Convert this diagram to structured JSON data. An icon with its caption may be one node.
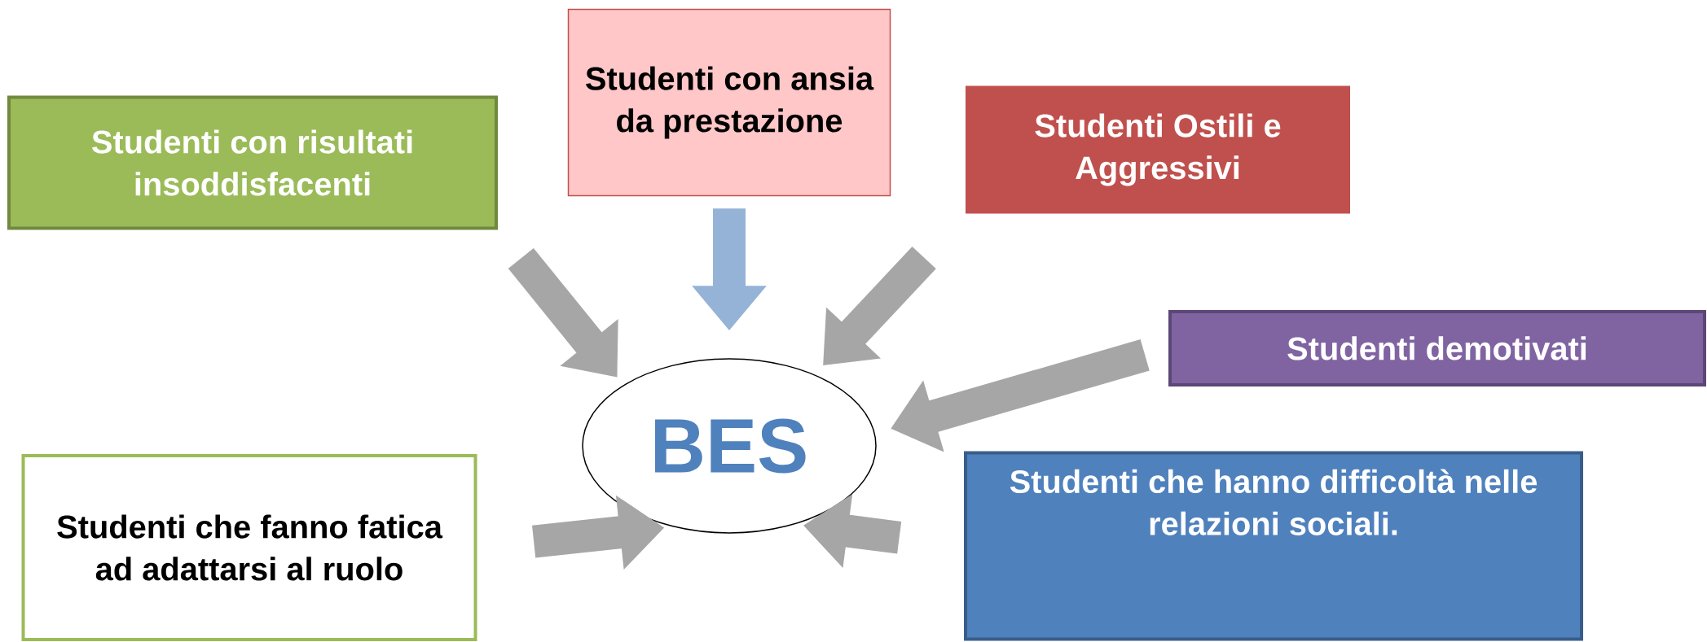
{
  "diagram": {
    "nodes": [
      {
        "text": [
          "Studenti con risultati insoddisfacenti"
        ]
      },
      {
        "text": [
          "Studenti con ansia da prestazione"
        ]
      },
      {
        "text": [
          "Studenti Ostili e Aggressivi"
        ]
      },
      {
        "text": [
          "Studenti demotivati"
        ]
      },
      {
        "text": [
          "BES"
        ]
      },
      {
        "text": [
          "Studenti che fanno fatica ad adattarsi al ruolo"
        ]
      },
      {
        "text": [
          "Studenti che hanno difficoltà nelle relazioni sociali."
        ]
      }
    ],
    "edges": [
      {
        "from": 0,
        "to": 4,
        "arrow": "to"
      },
      {
        "from": 1,
        "to": 4,
        "arrow": "to",
        "color": "#95b3d7"
      },
      {
        "from": 2,
        "to": 4,
        "arrow": "to"
      },
      {
        "from": 3,
        "to": 4,
        "arrow": "to"
      },
      {
        "from": 5,
        "to": 4,
        "arrow": "to"
      },
      {
        "from": 6,
        "to": 4,
        "arrow": "to"
      }
    ]
  }
}
